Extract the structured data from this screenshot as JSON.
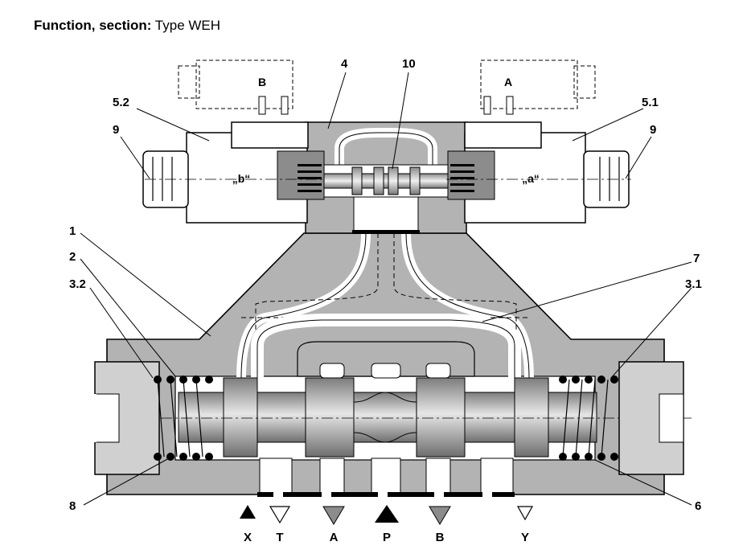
{
  "title": {
    "bold": "Function, section:",
    "rest": " Type WEH"
  },
  "solenoids": {
    "left": "B",
    "right": "A"
  },
  "actuation": {
    "left": "„b“",
    "right": "„a“"
  },
  "callouts": {
    "c4": "4",
    "c10": "10",
    "c52": "5.2",
    "c51": "5.1",
    "c9l": "9",
    "c9r": "9",
    "c1": "1",
    "c7": "7",
    "c2": "2",
    "c32": "3.2",
    "c31": "3.1",
    "c8": "8",
    "c6": "6"
  },
  "ports": [
    "X",
    "T",
    "A",
    "P",
    "B",
    "Y"
  ]
}
